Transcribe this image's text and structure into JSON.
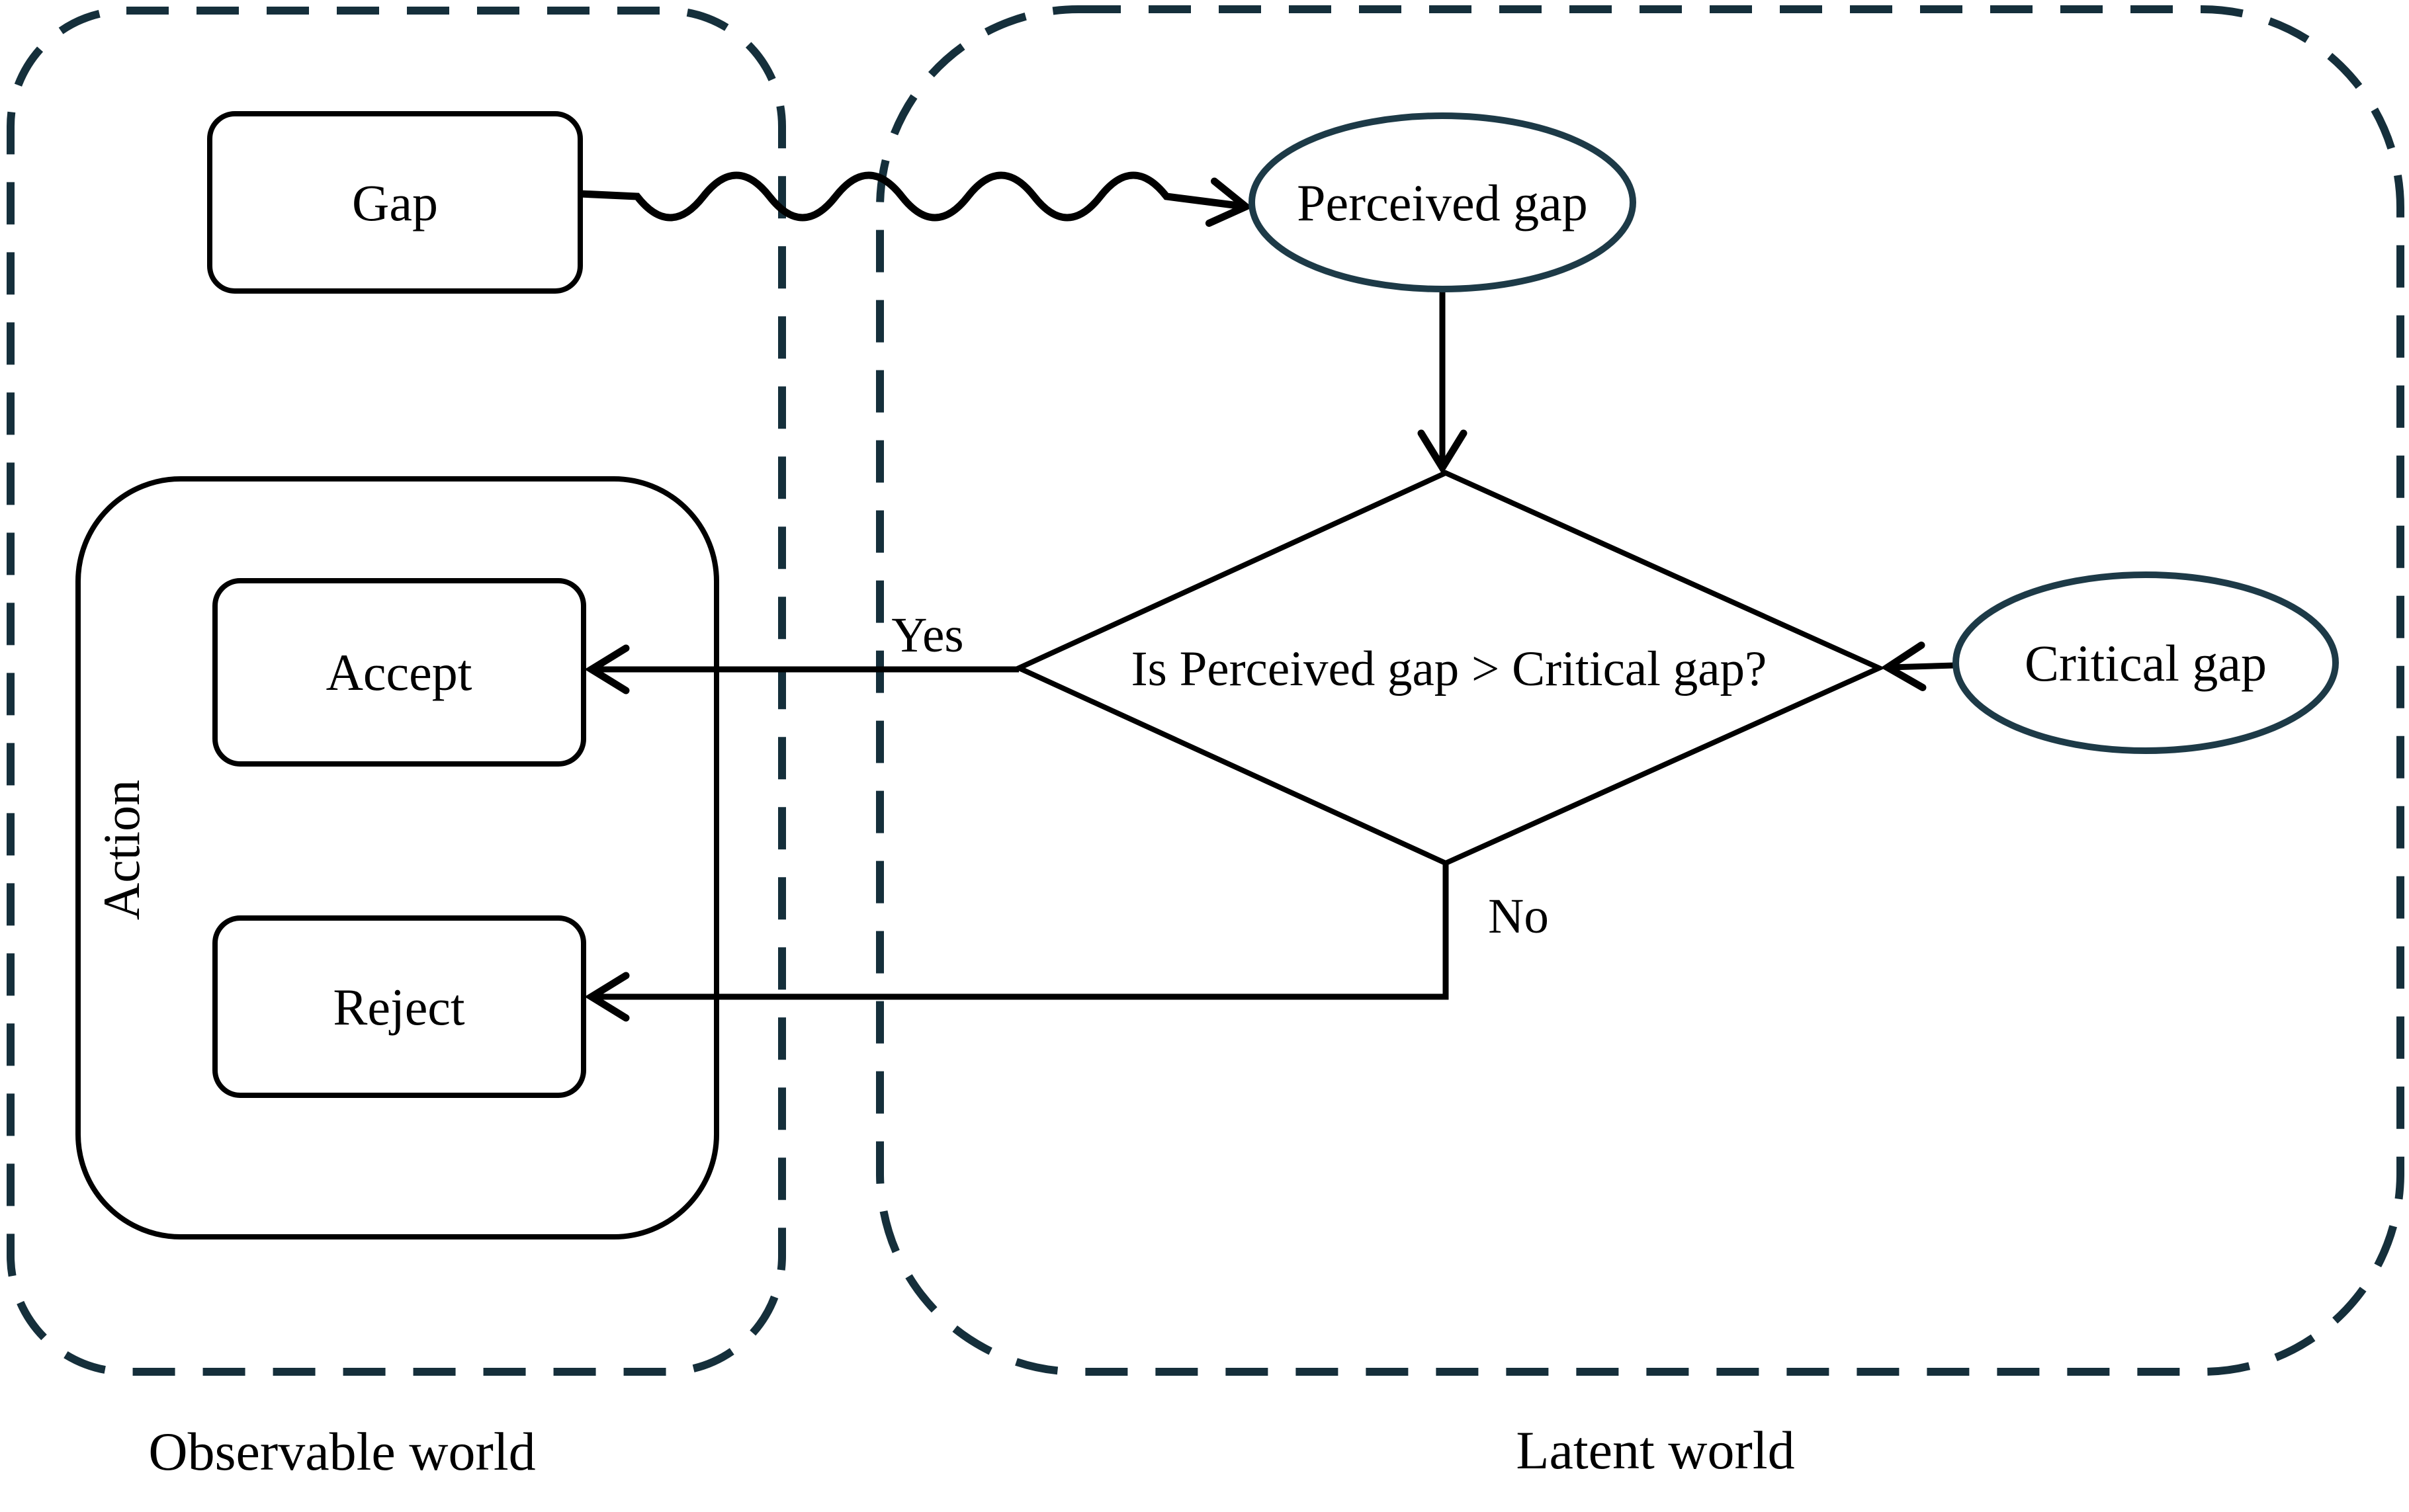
{
  "canvas": {
    "background": "#ffffff"
  },
  "colors": {
    "line": "#000000",
    "text": "#000000",
    "region_border": "#152f3b",
    "state_border": "#1d3a47"
  },
  "regions": {
    "observable": {
      "label": "Observable world"
    },
    "latent": {
      "label": "Latent world"
    }
  },
  "nodes": {
    "gap": {
      "label": "Gap"
    },
    "perceived_gap": {
      "label": "Perceived gap"
    },
    "decision": {
      "label": "Is Perceived gap > Critical gap?"
    },
    "critical_gap": {
      "label": "Critical gap"
    },
    "action": {
      "label": "Action"
    },
    "accept": {
      "label": "Accept"
    },
    "reject": {
      "label": "Reject"
    }
  },
  "edges": {
    "yes": {
      "label": "Yes"
    },
    "no": {
      "label": "No"
    }
  }
}
